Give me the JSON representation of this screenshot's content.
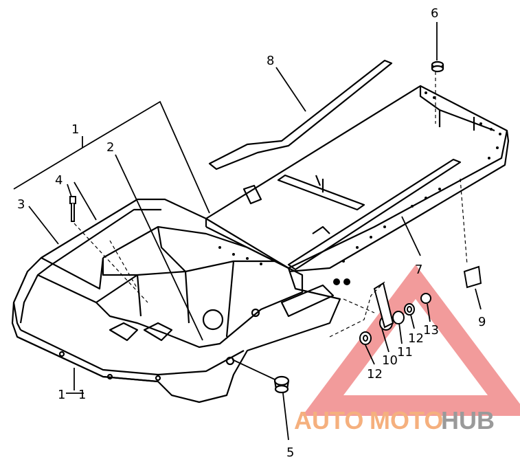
{
  "callouts": {
    "c1_top": "1",
    "c1_bottom": "1",
    "c1_bottom_b": "1",
    "c2": "2",
    "c3": "3",
    "c4": "4",
    "c5": "5",
    "c6": "6",
    "c7": "7",
    "c8": "8",
    "c9": "9",
    "c10": "10",
    "c11": "11",
    "c12a": "12",
    "c12b": "12",
    "c13": "13"
  },
  "watermark": {
    "part1": "AUTO",
    "part2": "MOTO",
    "part3": "HUB",
    "triangle_color": "#f08a8a",
    "text_color_1": "#f5b07e",
    "text_color_2": "#9a9a9a"
  }
}
